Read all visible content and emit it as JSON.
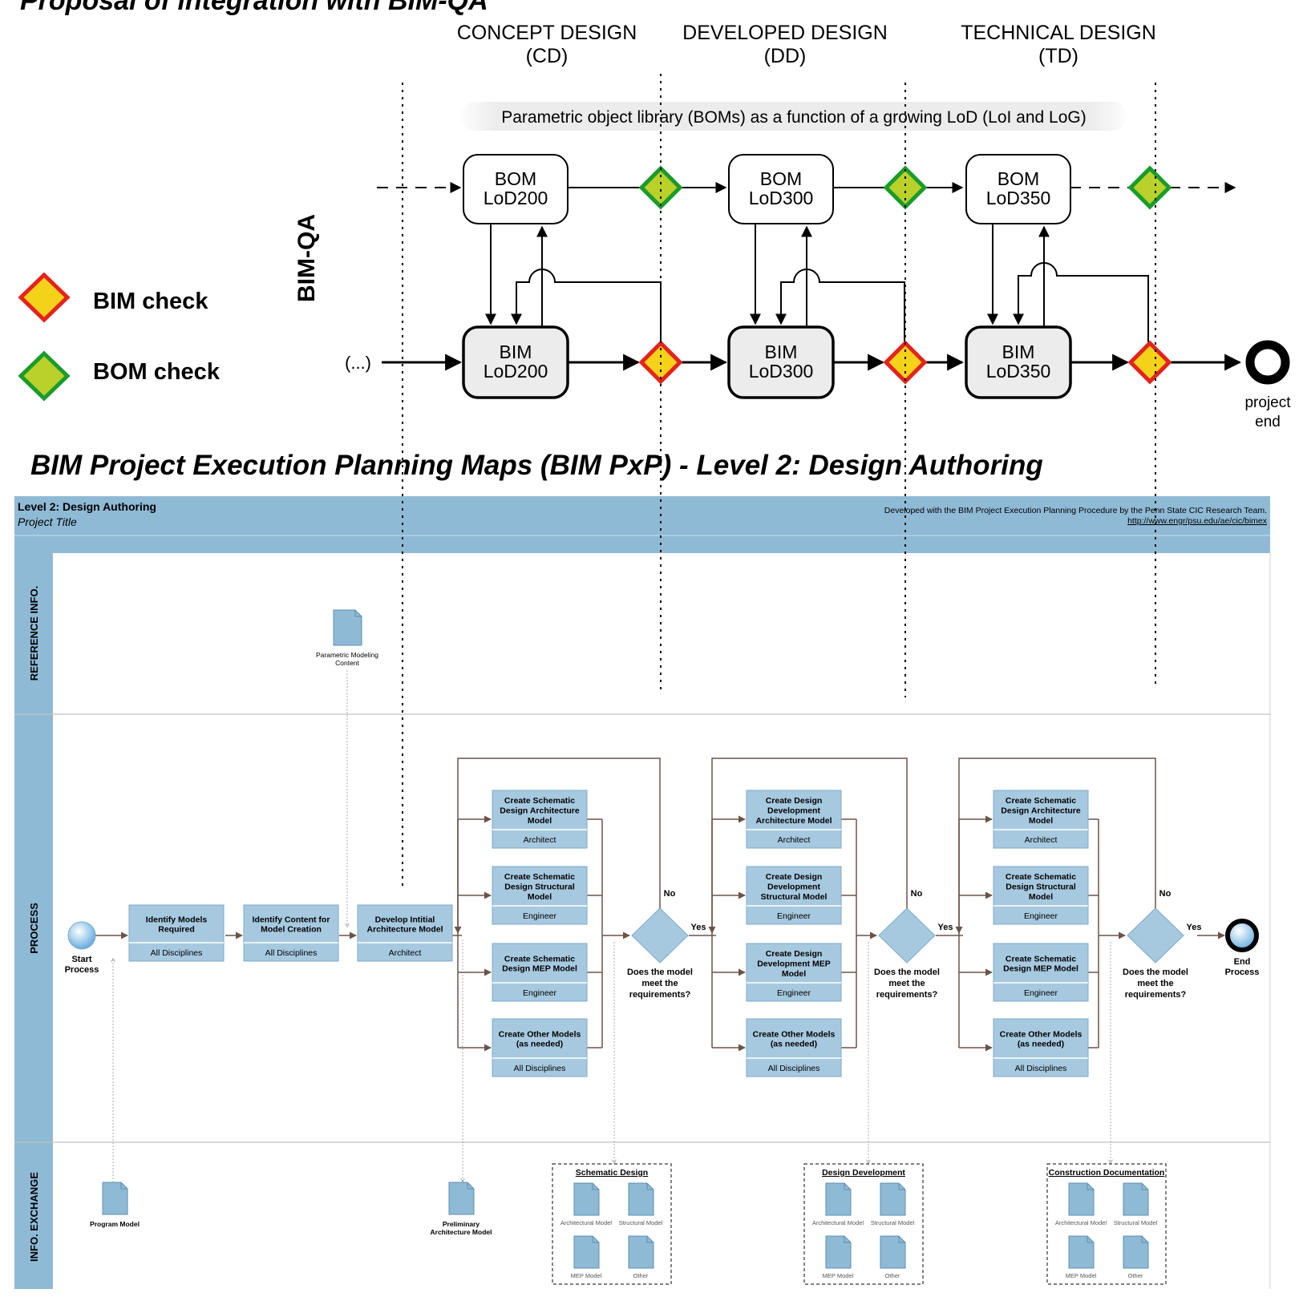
{
  "top_title": "Proposal of integration with BIM-QA",
  "phases": [
    {
      "name": "CONCEPT DESIGN",
      "abbr": "(CD)"
    },
    {
      "name": "DEVELOPED DESIGN",
      "abbr": "(DD)"
    },
    {
      "name": "TECHNICAL DESIGN",
      "abbr": "(TD)"
    }
  ],
  "library_banner": "Parametric object library (BOMs) as a function of a growing LoD (LoI and LoG)",
  "bimqa_label": "BIM-QA",
  "legend": {
    "bim_check": "BIM check",
    "bom_check": "BOM check"
  },
  "bom_boxes": [
    {
      "line1": "BOM",
      "line2": "LoD200"
    },
    {
      "line1": "BOM",
      "line2": "LoD300"
    },
    {
      "line1": "BOM",
      "line2": "LoD350"
    }
  ],
  "bim_boxes": [
    {
      "line1": "BIM",
      "line2": "LoD200"
    },
    {
      "line1": "BIM",
      "line2": "LoD300"
    },
    {
      "line1": "BIM",
      "line2": "LoD350"
    }
  ],
  "start_marker": "(...)",
  "project_end": [
    "project",
    "end"
  ],
  "colors": {
    "bim_check_fill": "#f5d21a",
    "bim_check_border": "#e3231c",
    "bom_check_fill": "#b9d12a",
    "bom_check_border": "#1a9b2c",
    "map_blue": "#8fbad6",
    "process_box": "#a6c9e0"
  },
  "map_title": "BIM Project Execution Planning Maps (BIM PxP) - Level 2: Design Authoring",
  "map": {
    "header_title": "Level 2: Design Authoring",
    "header_subtitle": "Project Title",
    "credit": "Developed with the BIM Project Execution Planning Procedure by the Penn State CIC Research Team.",
    "url": "http://www.engr/psu.edu/ae/cic/bimex",
    "lanes": [
      "REFERENCE INFO.",
      "PROCESS",
      "INFO. EXCHANGE"
    ],
    "reference_doc": [
      "Parametric Modeling",
      "Content"
    ],
    "start": [
      "Start",
      "Process"
    ],
    "end": [
      "End",
      "Process"
    ],
    "initial_steps": [
      {
        "title": [
          "Identify Models",
          "Required"
        ],
        "role": "All Disciplines"
      },
      {
        "title": [
          "Identify Content for",
          "Model Creation"
        ],
        "role": "All Disciplines"
      },
      {
        "title": [
          "Develop Intitial",
          "Architecture Model"
        ],
        "role": "Architect"
      }
    ],
    "groups": [
      {
        "tasks": [
          {
            "title": [
              "Create Schematic",
              "Design Architecture",
              "Model"
            ],
            "role": "Architect"
          },
          {
            "title": [
              "Create Schematic",
              "Design Structural",
              "Model"
            ],
            "role": "Engineer"
          },
          {
            "title": [
              "Create Schematic",
              "Design MEP Model"
            ],
            "role": "Engineer"
          },
          {
            "title": [
              "Create Other Models",
              "(as needed)"
            ],
            "role": "All Disciplines"
          }
        ]
      },
      {
        "tasks": [
          {
            "title": [
              "Create Design",
              "Development",
              "Architecture Model"
            ],
            "role": "Architect"
          },
          {
            "title": [
              "Create Design",
              "Development",
              "Structural Model"
            ],
            "role": "Engineer"
          },
          {
            "title": [
              "Create Design",
              "Development MEP",
              "Model"
            ],
            "role": "Engineer"
          },
          {
            "title": [
              "Create Other Models",
              "(as needed)"
            ],
            "role": "All Disciplines"
          }
        ]
      },
      {
        "tasks": [
          {
            "title": [
              "Create Schematic",
              "Design Architecture",
              "Model"
            ],
            "role": "Architect"
          },
          {
            "title": [
              "Create Schematic",
              "Design Structural",
              "Model"
            ],
            "role": "Engineer"
          },
          {
            "title": [
              "Create Schematic",
              "Design MEP Model"
            ],
            "role": "Engineer"
          },
          {
            "title": [
              "Create Other Models",
              "(as needed)"
            ],
            "role": "All Disciplines"
          }
        ]
      }
    ],
    "decision": {
      "text": [
        "Does the model",
        "meet the",
        "requirements?"
      ],
      "yes": "Yes",
      "no": "No"
    },
    "exchange_docs": [
      {
        "label": [
          "Program Model"
        ]
      },
      {
        "label": [
          "Preliminary",
          "Architecture Model"
        ]
      }
    ],
    "exchange_packages": [
      {
        "title": "Schematic Design",
        "items": [
          "Architectural Model",
          "Structural Model",
          "MEP Model",
          "Other"
        ]
      },
      {
        "title": "Design Development",
        "items": [
          "Architectural Model",
          "Structural Model",
          "MEP Model",
          "Other"
        ]
      },
      {
        "title": "Construction Documentation",
        "items": [
          "Architectural Model",
          "Structural Model",
          "MEP Model",
          "Other"
        ]
      }
    ]
  }
}
